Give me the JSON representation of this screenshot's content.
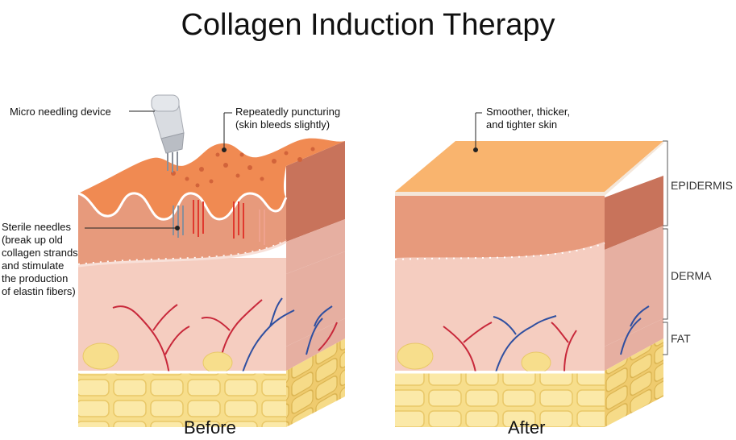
{
  "title": "Collagen Induction Therapy",
  "before_panel": {
    "caption": "Before",
    "device_label": "Micro needling device",
    "puncture_label": [
      "Repeatedly puncturing",
      "(skin bleeds slightly)"
    ],
    "needles_label": [
      "Sterile needles",
      "(break up old",
      "collagen strands",
      "and stimulate",
      "the production",
      "of elastin fibers)"
    ]
  },
  "after_panel": {
    "caption": "After",
    "result_label": [
      "Smoother, thicker,",
      "and tighter skin"
    ]
  },
  "layers": {
    "epidermis": "EPIDERMIS",
    "derma": "DERMA",
    "fat": "FAT"
  },
  "colors": {
    "epidermis_top": "#F08A52",
    "epidermis_top_after": "#F9B46E",
    "epidermis_front": "#E79A7C",
    "epidermis_side": "#C8735B",
    "derma_front": "#F5CDC0",
    "derma_side": "#E6AFA1",
    "fat": "#F7DE8C",
    "artery": "#C8283A",
    "vein": "#2F4FA0"
  }
}
